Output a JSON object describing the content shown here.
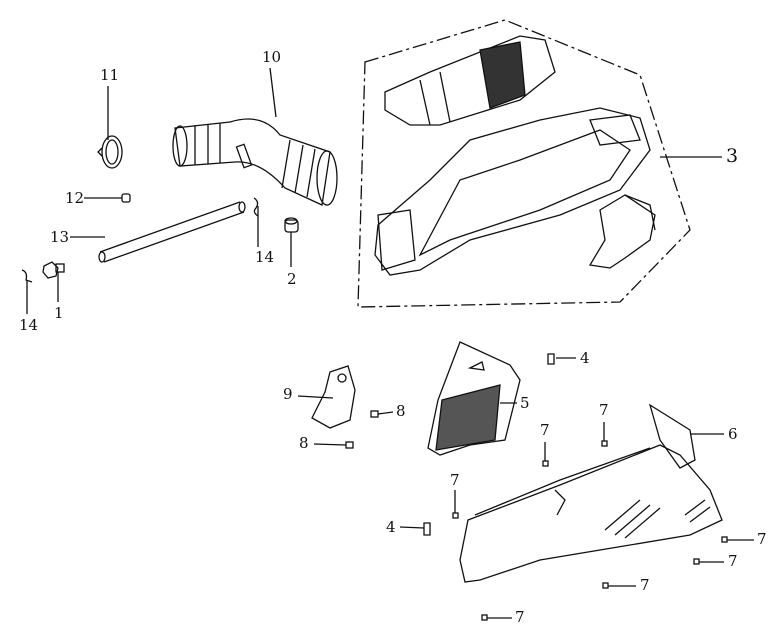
{
  "diagram": {
    "callouts": [
      {
        "id": "c11",
        "text": "11"
      },
      {
        "id": "c10",
        "text": "10"
      },
      {
        "id": "c3",
        "text": "3"
      },
      {
        "id": "c12",
        "text": "12"
      },
      {
        "id": "c13",
        "text": "13"
      },
      {
        "id": "c14a",
        "text": "14"
      },
      {
        "id": "c2",
        "text": "2"
      },
      {
        "id": "c1",
        "text": "1"
      },
      {
        "id": "c14b",
        "text": "14"
      },
      {
        "id": "c4a",
        "text": "4"
      },
      {
        "id": "c9",
        "text": "9"
      },
      {
        "id": "c5",
        "text": "5"
      },
      {
        "id": "c8a",
        "text": "8"
      },
      {
        "id": "c7a",
        "text": "7"
      },
      {
        "id": "c8b",
        "text": "8"
      },
      {
        "id": "c6",
        "text": "6"
      },
      {
        "id": "c7b",
        "text": "7"
      },
      {
        "id": "c7c",
        "text": "7"
      },
      {
        "id": "c4b",
        "text": "4"
      },
      {
        "id": "c7d",
        "text": "7"
      },
      {
        "id": "c7e",
        "text": "7"
      },
      {
        "id": "c7f",
        "text": "7"
      },
      {
        "id": "c7g",
        "text": "7"
      }
    ],
    "colors": {
      "ink": "#111111",
      "paper": "#ffffff"
    }
  }
}
